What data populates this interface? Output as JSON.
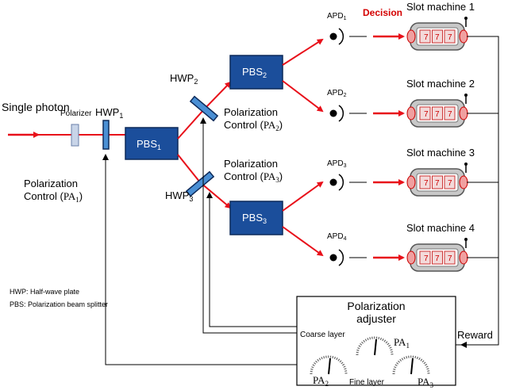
{
  "labels": {
    "single_photon": "Single photon",
    "polarizer": "Polarizer",
    "hwp1": "HWP",
    "hwp2": "HWP",
    "hwp3": "HWP",
    "pbs": "PBS",
    "pc_word": "Polarization",
    "control_word": "Control (",
    "pa_word": "PA",
    "close_paren": ")",
    "apd": "APD",
    "decision": "Decision",
    "slot_machine": "Slot machine",
    "reward": "Reward",
    "adjuster_line1": "Polarization",
    "adjuster_line2": "adjuster",
    "coarse_layer": "Coarse layer",
    "fine_layer": "Fine layer",
    "legend_hwp": "HWP: Half-wave plate",
    "legend_pbs": "PBS: Polarization beam splitter",
    "reel_digit": "7"
  },
  "subscripts": [
    "1",
    "2",
    "3",
    "4"
  ],
  "colors": {
    "beam": "#e8101a",
    "pbs_fill": "#1b4e9b",
    "hwp_fill": "#4a8fd4",
    "polarizer_fill": "#c8d4e8",
    "wire": "#000000"
  }
}
